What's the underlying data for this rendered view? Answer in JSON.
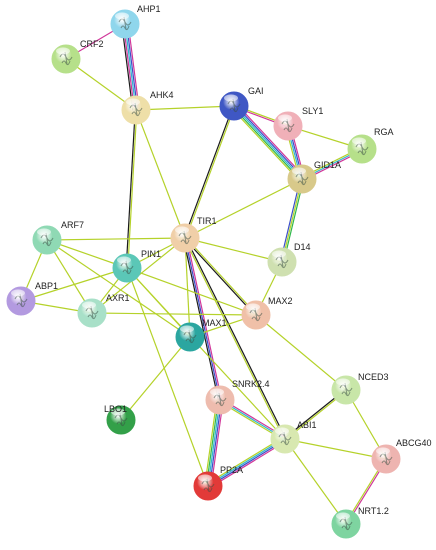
{
  "nodes": [
    {
      "id": "AHP1",
      "label": "AHP1",
      "color": "#8fd6ec"
    },
    {
      "id": "CRF2",
      "label": "CRF2",
      "color": "#b6e08a"
    },
    {
      "id": "AHK4",
      "label": "AHK4",
      "color": "#eedfa8"
    },
    {
      "id": "GAI",
      "label": "GAI",
      "color": "#3f57c4"
    },
    {
      "id": "SLY1",
      "label": "SLY1",
      "color": "#f0b0b8"
    },
    {
      "id": "RGA",
      "label": "RGA",
      "color": "#b6e08a"
    },
    {
      "id": "GID1A",
      "label": "GID1A",
      "color": "#d8c98a"
    },
    {
      "id": "ARF7",
      "label": "ARF7",
      "color": "#8fd9b4"
    },
    {
      "id": "TIR1",
      "label": "TIR1",
      "color": "#f0cfa8"
    },
    {
      "id": "PIN1",
      "label": "PIN1",
      "color": "#5bc7b7"
    },
    {
      "id": "D14",
      "label": "D14",
      "color": "#cfe0b0"
    },
    {
      "id": "ABP1",
      "label": "ABP1",
      "color": "#b39ae0"
    },
    {
      "id": "AXR1",
      "label": "AXR1",
      "color": "#a8e0c8"
    },
    {
      "id": "MAX2",
      "label": "MAX2",
      "color": "#f0c0a8"
    },
    {
      "id": "MAX1",
      "label": "MAX1",
      "color": "#2ba6a0"
    },
    {
      "id": "NCED3",
      "label": "NCED3",
      "color": "#c8e6a8"
    },
    {
      "id": "SNRK2.4",
      "label": "SNRK2.4",
      "color": "#eebcae"
    },
    {
      "id": "LBO1",
      "label": "LBO1",
      "color": "#33a049"
    },
    {
      "id": "ABI1",
      "label": "ABI1",
      "color": "#d8e8b0"
    },
    {
      "id": "ABCG40",
      "label": "ABCG40",
      "color": "#eeb4b0"
    },
    {
      "id": "PP2A",
      "label": "PP2A",
      "color": "#e23a38"
    },
    {
      "id": "NRT1.2",
      "label": "NRT1.2",
      "color": "#7ed4a0"
    }
  ],
  "edge_colors": {
    "neighborhood": "#b5d22a",
    "coexpression": "#1b1b1b",
    "experiments": "#d0379a",
    "databases": "#2fb7cf",
    "textmining": "#3a4ec8",
    "homology": "#2fb84a"
  },
  "edges": [
    {
      "a": "AHP1",
      "b": "CRF2",
      "types": [
        "experiments"
      ]
    },
    {
      "a": "AHP1",
      "b": "AHK4",
      "types": [
        "experiments",
        "textmining",
        "databases",
        "experiments",
        "coexpression"
      ]
    },
    {
      "a": "CRF2",
      "b": "AHK4",
      "types": [
        "neighborhood"
      ]
    },
    {
      "a": "AHK4",
      "b": "GAI",
      "types": [
        "neighborhood"
      ]
    },
    {
      "a": "AHK4",
      "b": "TIR1",
      "types": [
        "neighborhood"
      ]
    },
    {
      "a": "AHK4",
      "b": "PIN1",
      "types": [
        "neighborhood",
        "coexpression"
      ]
    },
    {
      "a": "GAI",
      "b": "SLY1",
      "types": [
        "neighborhood",
        "experiments"
      ]
    },
    {
      "a": "GAI",
      "b": "GID1A",
      "types": [
        "experiments",
        "textmining",
        "databases",
        "homology",
        "neighborhood"
      ]
    },
    {
      "a": "GAI",
      "b": "TIR1",
      "types": [
        "neighborhood",
        "coexpression"
      ]
    },
    {
      "a": "SLY1",
      "b": "GID1A",
      "types": [
        "experiments",
        "textmining",
        "databases",
        "neighborhood"
      ]
    },
    {
      "a": "SLY1",
      "b": "RGA",
      "types": [
        "neighborhood"
      ]
    },
    {
      "a": "RGA",
      "b": "GID1A",
      "types": [
        "experiments",
        "databases",
        "neighborhood"
      ]
    },
    {
      "a": "GID1A",
      "b": "TIR1",
      "types": [
        "neighborhood"
      ]
    },
    {
      "a": "GID1A",
      "b": "D14",
      "types": [
        "homology",
        "neighborhood",
        "textmining"
      ]
    },
    {
      "a": "ARF7",
      "b": "TIR1",
      "types": [
        "neighborhood"
      ]
    },
    {
      "a": "ARF7",
      "b": "PIN1",
      "types": [
        "neighborhood"
      ]
    },
    {
      "a": "ARF7",
      "b": "ABP1",
      "types": [
        "neighborhood"
      ]
    },
    {
      "a": "ARF7",
      "b": "AXR1",
      "types": [
        "neighborhood"
      ]
    },
    {
      "a": "ARF7",
      "b": "MAX1",
      "types": [
        "neighborhood"
      ]
    },
    {
      "a": "TIR1",
      "b": "PIN1",
      "types": [
        "neighborhood"
      ]
    },
    {
      "a": "TIR1",
      "b": "D14",
      "types": [
        "neighborhood"
      ]
    },
    {
      "a": "TIR1",
      "b": "MAX2",
      "types": [
        "neighborhood",
        "coexpression"
      ]
    },
    {
      "a": "TIR1",
      "b": "AXR1",
      "types": [
        "neighborhood"
      ]
    },
    {
      "a": "TIR1",
      "b": "MAX1",
      "types": [
        "neighborhood"
      ]
    },
    {
      "a": "TIR1",
      "b": "SNRK2.4",
      "types": [
        "experiments",
        "textmining",
        "coexpression"
      ]
    },
    {
      "a": "TIR1",
      "b": "ABI1",
      "types": [
        "coexpression",
        "neighborhood"
      ]
    },
    {
      "a": "PIN1",
      "b": "ABP1",
      "types": [
        "neighborhood"
      ]
    },
    {
      "a": "PIN1",
      "b": "AXR1",
      "types": [
        "neighborhood"
      ]
    },
    {
      "a": "PIN1",
      "b": "MAX2",
      "types": [
        "neighborhood"
      ]
    },
    {
      "a": "PIN1",
      "b": "MAX1",
      "types": [
        "neighborhood"
      ]
    },
    {
      "a": "PIN1",
      "b": "PP2A",
      "types": [
        "neighborhood"
      ]
    },
    {
      "a": "PIN1",
      "b": "ABI1",
      "types": [
        "neighborhood"
      ]
    },
    {
      "a": "D14",
      "b": "MAX2",
      "types": [
        "neighborhood"
      ]
    },
    {
      "a": "ABP1",
      "b": "AXR1",
      "types": [
        "neighborhood"
      ]
    },
    {
      "a": "AXR1",
      "b": "MAX2",
      "types": [
        "neighborhood"
      ]
    },
    {
      "a": "MAX2",
      "b": "MAX1",
      "types": [
        "neighborhood"
      ]
    },
    {
      "a": "MAX2",
      "b": "NCED3",
      "types": [
        "neighborhood"
      ]
    },
    {
      "a": "MAX1",
      "b": "LBO1",
      "types": [
        "neighborhood"
      ]
    },
    {
      "a": "NCED3",
      "b": "ABI1",
      "types": [
        "neighborhood",
        "coexpression"
      ]
    },
    {
      "a": "NCED3",
      "b": "ABCG40",
      "types": [
        "neighborhood"
      ]
    },
    {
      "a": "SNRK2.4",
      "b": "ABI1",
      "types": [
        "experiments",
        "databases",
        "neighborhood"
      ]
    },
    {
      "a": "SNRK2.4",
      "b": "PP2A",
      "types": [
        "experiments",
        "textmining",
        "databases",
        "homology",
        "neighborhood"
      ]
    },
    {
      "a": "ABI1",
      "b": "PP2A",
      "types": [
        "experiments",
        "textmining",
        "databases",
        "neighborhood"
      ]
    },
    {
      "a": "ABI1",
      "b": "ABCG40",
      "types": [
        "neighborhood"
      ]
    },
    {
      "a": "ABI1",
      "b": "NRT1.2",
      "types": [
        "neighborhood"
      ]
    },
    {
      "a": "ABCG40",
      "b": "NRT1.2",
      "types": [
        "experiments",
        "neighborhood"
      ]
    }
  ]
}
